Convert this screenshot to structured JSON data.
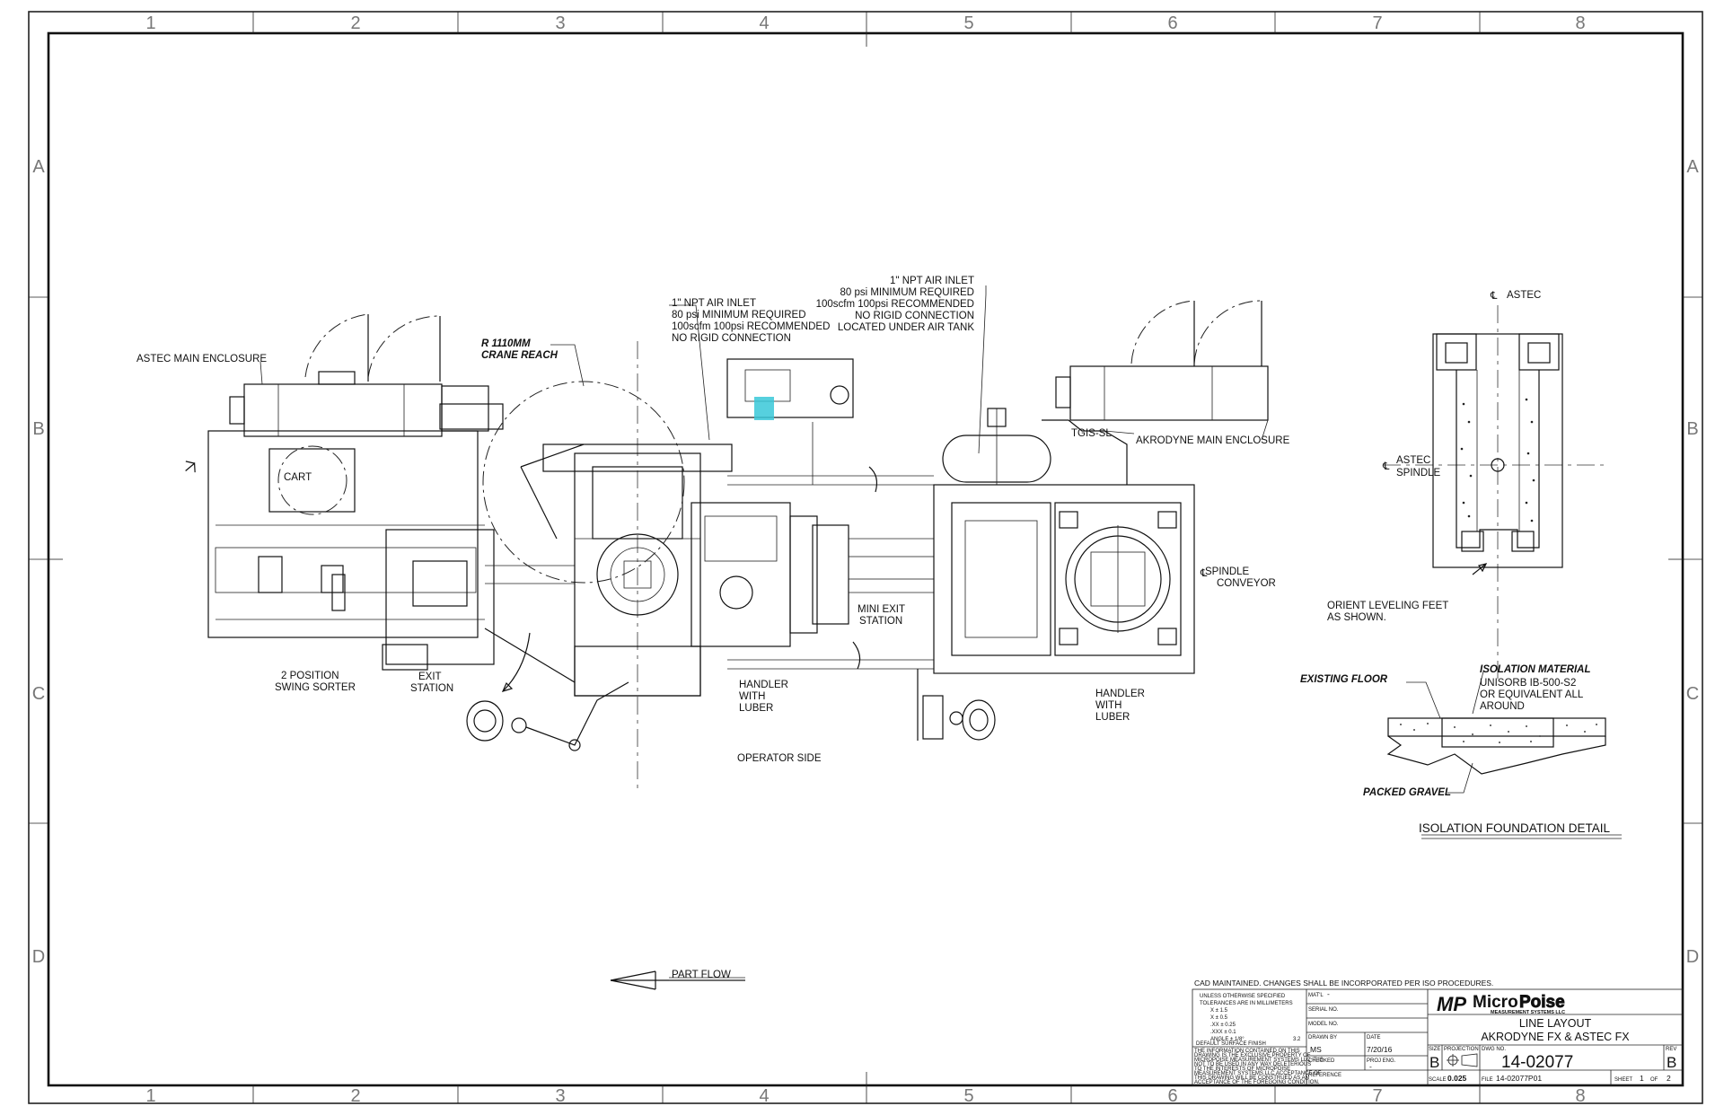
{
  "zones": {
    "columns": [
      "1",
      "2",
      "3",
      "4",
      "5",
      "6",
      "7",
      "8"
    ],
    "rows": [
      "A",
      "B",
      "C",
      "D"
    ]
  },
  "labels": {
    "astec_main_enclosure": "ASTEC MAIN ENCLOSURE",
    "crane_reach_line1": "R 1110MM",
    "crane_reach_line2": "CRANE REACH",
    "air_inlet_left": [
      "1\" NPT AIR INLET",
      "80 psi MINIMUM REQUIRED",
      "100scfm 100psi RECOMMENDED",
      "NO RIGID CONNECTION"
    ],
    "air_inlet_right": [
      "1\" NPT AIR INLET",
      "80 psi MINIMUM REQUIRED",
      "100scfm 100psi RECOMMENDED",
      "NO RIGID CONNECTION",
      "LOCATED UNDER AIR TANK"
    ],
    "tgis": "TGIS-SL",
    "akrodyne_main_enclosure": "AKRODYNE MAIN ENCLOSURE",
    "cart": "CART",
    "spindle_conveyor_line1": "SPINDLE",
    "spindle_conveyor_line2": "CONVEYOR",
    "centerline_symbol": "℄",
    "mini_exit_line1": "MINI EXIT",
    "mini_exit_line2": "STATION",
    "swing_sorter_line1": "2 POSITION",
    "swing_sorter_line2": "SWING SORTER",
    "exit_station_line1": "EXIT",
    "exit_station_line2": "STATION",
    "handler_left": [
      "HANDLER",
      "WITH",
      "LUBER"
    ],
    "handler_right": [
      "HANDLER",
      "WITH",
      "LUBER"
    ],
    "operator_side": "OPERATOR SIDE",
    "part_flow": "PART FLOW"
  },
  "detail": {
    "astec": "ASTEC",
    "astec_spindle_line1": "ASTEC",
    "astec_spindle_line2": "SPINDLE",
    "orient_line1": "ORIENT LEVELING FEET",
    "orient_line2": "AS SHOWN.",
    "existing_floor": "EXISTING FLOOR",
    "isolation_material": "ISOLATION MATERIAL",
    "isolation_note": [
      "UNISORB IB-500-S2",
      "OR EQUIVALENT ALL",
      "AROUND"
    ],
    "packed_gravel": "PACKED GRAVEL",
    "title": "ISOLATION FOUNDATION DETAIL"
  },
  "title_block": {
    "cad_note": "CAD MAINTAINED. CHANGES SHALL BE INCORPORATED PER ISO PROCEDURES.",
    "tolerance_lines": [
      "UNLESS OTHERWISE SPECIFIED",
      "TOLERANCES ARE IN MILLIMETERS",
      "X      ± 1.5",
      "X      ± 0.5",
      ".XX     ± 0.25",
      ".XXX    ± 0.1",
      "ANGLE   ± 1/8°",
      "DEFAULT SURFACE FINISH"
    ],
    "finish_value": "3.2",
    "proprietary_lines": [
      "THE INFORMATION CONTAINED ON THIS",
      "DRAWING IS THE EXCLUSIVE PROPERTY OF",
      "MICROPOISE MEASUREMENT SYSTEMS LLC IT IS",
      "NOT TO BE USED IN ANY WAY DELETERIOUS",
      "TO THE INTERESTS OF MICROPOISE",
      "MEASUREMENT SYSTEMS LLC ACCEPTANCE OF",
      "THIS DRAWING WILL BE CONSTRUED AS AN",
      "ACCEPTANCE OF THE FOREGOING CONDITION."
    ],
    "matl_label": "MAT'L",
    "matl_value": "-",
    "serial_label": "SERIAL NO.",
    "model_label": "MODEL NO.",
    "drawn_by_label": "DRAWN BY",
    "drawn_by": "MS",
    "date_label": "DATE",
    "date": "7/20/16",
    "checked_label": "CHECKED",
    "proj_eng_label": "PROJ ENG.",
    "proj_eng_value": "-",
    "reference_label": "REFERENCE",
    "company_mark": "MP",
    "company_name_a": "Micro",
    "company_name_b": "Poise",
    "company_sub": "MEASUREMENT SYSTEMS LLC",
    "title_line1": "LINE LAYOUT",
    "title_line2": "AKRODYNE FX & ASTEC FX",
    "size_label": "SIZE",
    "size": "B",
    "projection_label": "PROJECTION",
    "dwg_no_label": "DWG NO.",
    "dwg_no": "14-02077",
    "rev_label": "REV",
    "rev": "B",
    "scale_label": "SCALE",
    "scale": "0.025",
    "file_label": "FILE",
    "file": "14-02077P01",
    "sheet_label": "SHEET",
    "sheet": "1",
    "of_label": "OF",
    "sheet_total": "2"
  }
}
